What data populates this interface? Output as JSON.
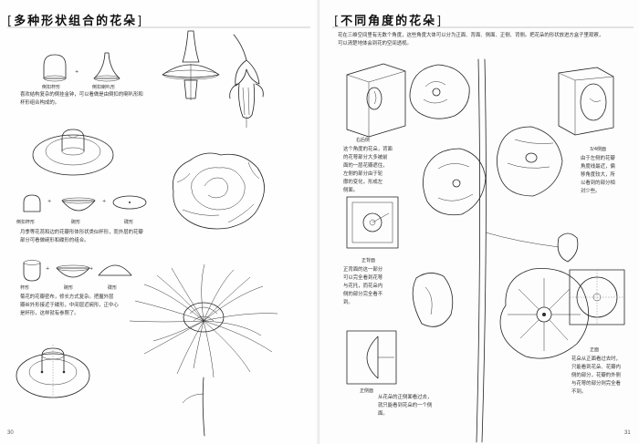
{
  "left_page": {
    "title": "多种形状组合的花朵",
    "shapes_row1": {
      "shape_a": "倒扣杯形",
      "plus": "+",
      "shape_b": "倒扣喇叭形"
    },
    "para1": [
      "喜欢结构复杂的倒挂金钟，可以看做是由倒扣的喇叭形和",
      "杯形组合构成的。"
    ],
    "shapes_row2": {
      "shape_a": "倒扣杯形",
      "plus1": "+",
      "shape_b": "碗形",
      "plus2": "+",
      "shape_c": "碟形"
    },
    "para2": [
      "月季等花蕊和边的花瓣形体形状类似杯形，而外层的花瓣",
      "部分可看做碗形和碟形的组合。"
    ],
    "shapes_row3": {
      "shape_a": "杯形",
      "plus1": "+",
      "shape_b": "碗形",
      "plus2": "+",
      "shape_c": "碟形"
    },
    "para3": [
      "菊花的花瓣密布，修长方式复杂。把握外层",
      "瓣丝外形接近于碟形，中间层近碗形，正中心",
      "是杯形，这样就有参照了。"
    ],
    "page_number": "30"
  },
  "right_page": {
    "title": "不同角度的花朵",
    "intro": [
      "花在三维空间里有无数个角度，这些角度大体可以分为正面、背面、侧面、正侧、背侧。把花朵的形状放进方盒子里观察，",
      "可以清楚地体会到花的空间透视。"
    ],
    "views": [
      {
        "name": "右后侧",
        "desc": [
          "这个角度的花朵，背面",
          "的花萼部分大多被前",
          "面的一层花瓣遮住，",
          "左侧的部分由于轮",
          "廓的变化，形成左",
          "侧面。"
        ]
      },
      {
        "name": "3/4侧面",
        "desc": [
          "由于左侧的花瓣",
          "角度线最近，偏",
          "移角度较大，所",
          "以看到的部分相",
          "对少些。"
        ]
      },
      {
        "name": "正背面",
        "desc": [
          "正背面的这一部分",
          "可以完全看到花萼",
          "与花托，而花朵内",
          "侧的部分完全看不",
          "到。"
        ]
      },
      {
        "name": "正面",
        "desc": [
          "花朵从正面看过去时，",
          "只能看到花朵、花瓣内",
          "侧的部分，花瓣的外侧",
          "与花萼的部分则完全看",
          "不到。"
        ]
      },
      {
        "name": "正侧面",
        "desc": [
          "从花朵的正侧面看过去，",
          "就只能看到花朵的一个侧",
          "面。"
        ]
      }
    ],
    "page_number": "31"
  }
}
